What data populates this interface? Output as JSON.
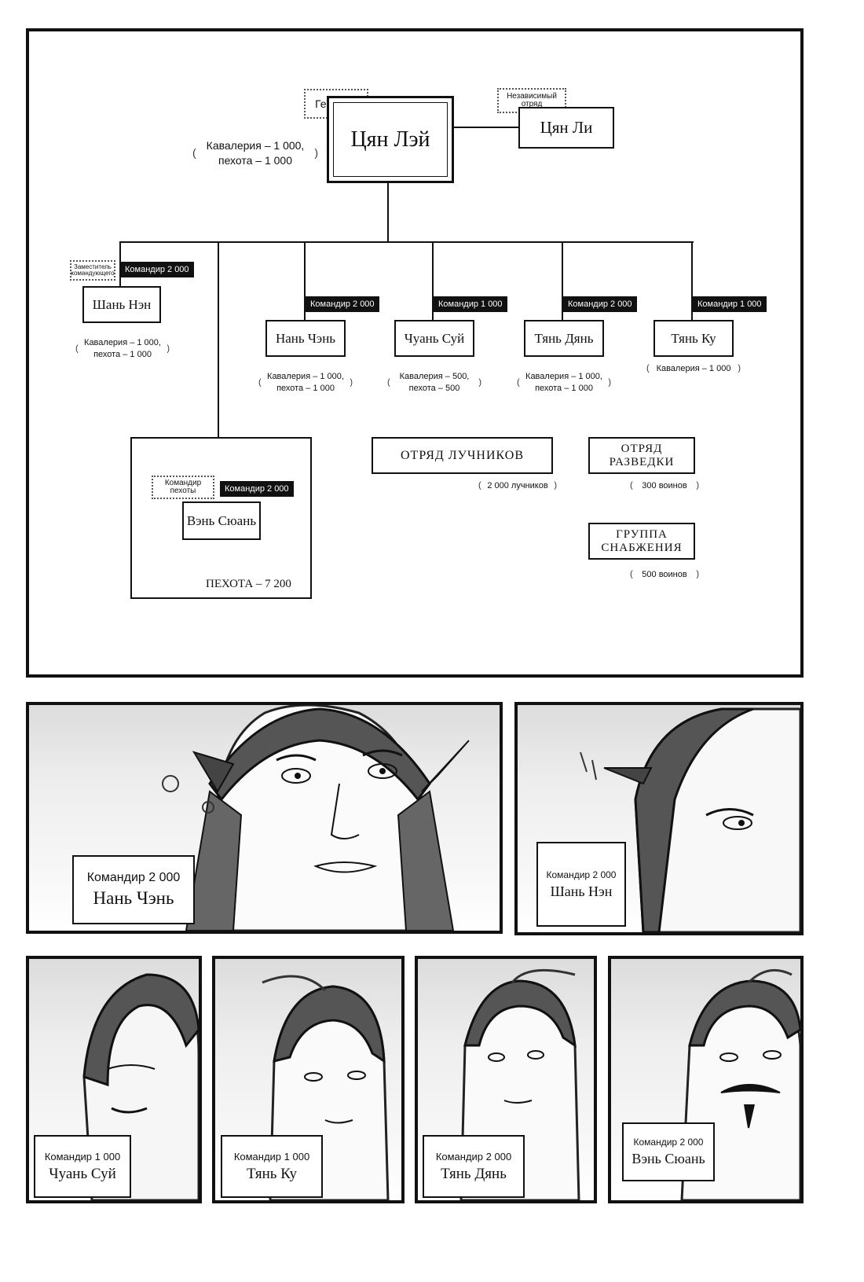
{
  "chart": {
    "general": {
      "tag": "Генерал",
      "name": "Цян Лэй",
      "troops_line1": "Кавалерия – 1 000,",
      "troops_line2": "пехота – 1 000"
    },
    "independent": {
      "tag_line1": "Независимый",
      "tag_line2": "отряд",
      "name": "Цян Ли"
    },
    "deputy": {
      "role_line1": "Заместитель",
      "role_line2": "командующего",
      "rank": "Командир 2 000",
      "name": "Шань Нэн",
      "troops_line1": "Кавалерия – 1 000,",
      "troops_line2": "пехота – 1 000"
    },
    "commanders": [
      {
        "rank": "Командир 2 000",
        "name": "Нань Чэнь",
        "troops_line1": "Кавалерия – 1 000,",
        "troops_line2": "пехота – 1 000"
      },
      {
        "rank": "Командир 1 000",
        "name": "Чуань Суй",
        "troops_line1": "Кавалерия – 500,",
        "troops_line2": "пехота – 500"
      },
      {
        "rank": "Командир 2 000",
        "name": "Тянь Дянь",
        "troops_line1": "Кавалерия – 1 000,",
        "troops_line2": "пехота – 1 000"
      },
      {
        "rank": "Командир 1 000",
        "name": "Тянь Ку",
        "troops_line1": "Кавалерия – 1 000"
      }
    ],
    "infantry": {
      "role_line1": "Командир",
      "role_line2": "пехоты",
      "rank": "Командир 2 000",
      "name": "Вэнь Сюань",
      "total": "ПЕХОТА – 7 200"
    },
    "archers": {
      "name": "ОТРЯД ЛУЧНИКОВ",
      "troops": "2 000 лучников"
    },
    "scouts": {
      "name_line1": "ОТРЯД",
      "name_line2": "РАЗВЕДКИ",
      "troops": "300 воинов"
    },
    "supply": {
      "name_line1": "ГРУППА",
      "name_line2": "СНАБЖЕНИЯ",
      "troops": "500 воинов"
    }
  },
  "panels": [
    {
      "rank": "Командир 2 000",
      "name": "Нань Чэнь"
    },
    {
      "rank": "Командир 2 000",
      "name": "Шань Нэн"
    },
    {
      "rank": "Командир 1 000",
      "name": "Чуань Суй"
    },
    {
      "rank": "Командир 1 000",
      "name": "Тянь Ку"
    },
    {
      "rank": "Командир 2 000",
      "name": "Тянь Дянь"
    },
    {
      "rank": "Командир 2 000",
      "name": "Вэнь Сюань"
    }
  ]
}
